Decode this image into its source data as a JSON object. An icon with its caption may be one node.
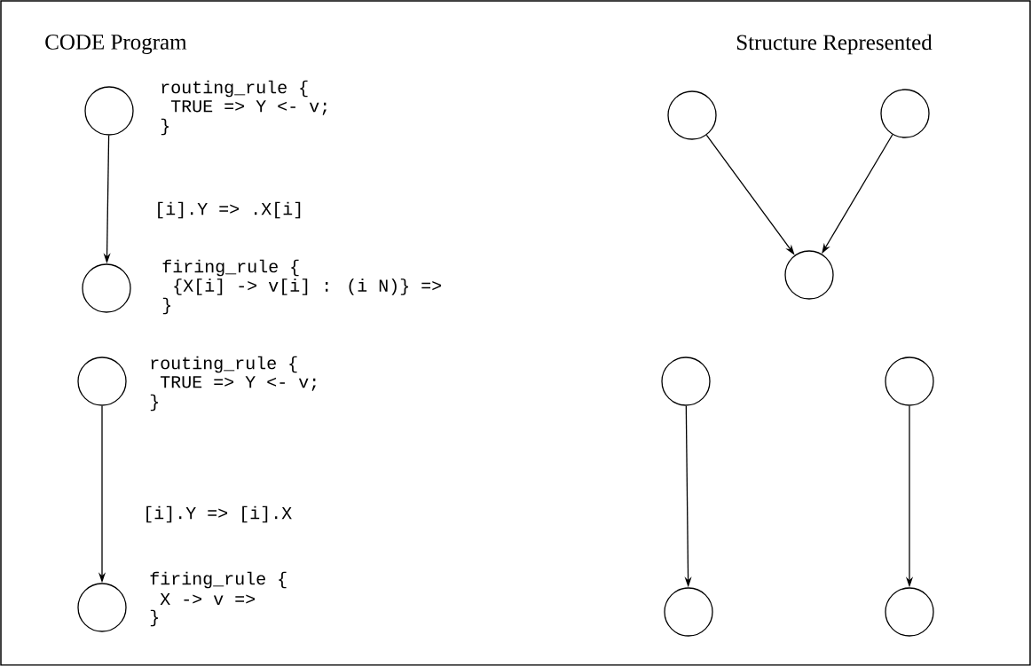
{
  "diagram": {
    "nodes": [
      {
        "text": [],
        "shape": "circle",
        "beside": [
          "routing_rule {",
          "TRUE => Y <- v;",
          "}"
        ]
      },
      {
        "text": [],
        "shape": "circle",
        "beside": [
          "firing_rule {",
          "{X[i] -> v[i] : (i N)} =>",
          "}"
        ]
      },
      {
        "text": [],
        "shape": "circle",
        "beside": [
          "routing_rule {",
          "TRUE => Y <- v;",
          "}"
        ]
      },
      {
        "text": [],
        "shape": "circle",
        "beside": [
          "firing_rule {",
          "X -> v =>",
          "}"
        ]
      },
      {
        "text": [],
        "shape": "circle"
      },
      {
        "text": [],
        "shape": "circle"
      },
      {
        "text": [],
        "shape": "circle"
      },
      {
        "text": [],
        "shape": "circle"
      },
      {
        "text": [],
        "shape": "circle"
      },
      {
        "text": [],
        "shape": "circle"
      },
      {
        "text": [],
        "shape": "circle"
      }
    ],
    "edges": [
      {
        "from": 0,
        "to": 1,
        "arrow": "to",
        "label": "[i].Y => .X[i]"
      },
      {
        "from": 2,
        "to": 3,
        "arrow": "to",
        "label": "[i].Y => [i].X"
      },
      {
        "from": 4,
        "to": 6,
        "arrow": "to"
      },
      {
        "from": 5,
        "to": 6,
        "arrow": "to"
      },
      {
        "from": 7,
        "to": 9,
        "arrow": "to"
      },
      {
        "from": 8,
        "to": 10,
        "arrow": "to"
      }
    ],
    "labels": [
      "CODE Program",
      "Structure Represented"
    ]
  }
}
